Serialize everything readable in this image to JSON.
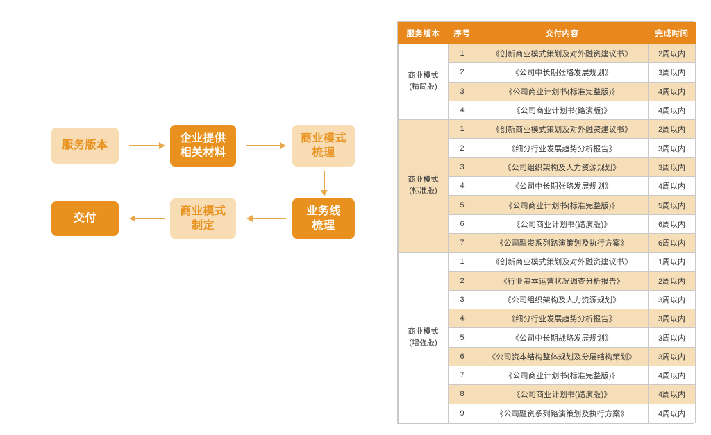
{
  "flowchart": {
    "nodes": [
      {
        "id": "service",
        "label": "服务版本",
        "style": "light"
      },
      {
        "id": "materials",
        "label": "企业提供\n相关材料",
        "style": "dark"
      },
      {
        "id": "bizmodel",
        "label": "商业模式\n梳理",
        "style": "light"
      },
      {
        "id": "bizline",
        "label": "业务线\n梳理",
        "style": "dark"
      },
      {
        "id": "formulate",
        "label": "商业模式\n制定",
        "style": "light"
      },
      {
        "id": "deliver",
        "label": "交付",
        "style": "dark"
      }
    ],
    "node_labels": {
      "service": "服务版本",
      "materials_line1": "企业提供",
      "materials_line2": "相关材料",
      "bizmodel_line1": "商业模式",
      "bizmodel_line2": "梳理",
      "bizline_line1": "业务线",
      "bizline_line2": "梳理",
      "formulate_line1": "商业模式",
      "formulate_line2": "制定",
      "deliver": "交付"
    },
    "connectors": [
      {
        "id": "c-1",
        "from": "service",
        "to": "materials",
        "direction": "right"
      },
      {
        "id": "c-2",
        "from": "materials",
        "to": "bizmodel",
        "direction": "right"
      },
      {
        "id": "c-3",
        "from": "bizmodel",
        "to": "bizline",
        "direction": "down"
      },
      {
        "id": "c-4",
        "from": "bizline",
        "to": "formulate",
        "direction": "left"
      },
      {
        "id": "c-5",
        "from": "formulate",
        "to": "deliver",
        "direction": "left"
      }
    ],
    "colors": {
      "light_bg": "#F8DCB4",
      "dark_bg": "#E8911E",
      "accent": "#E8921F",
      "arrow": "#E8A84C"
    }
  },
  "table": {
    "headers": [
      "服务版本",
      "序号",
      "交付内容",
      "完成时间"
    ],
    "header_bg": "#E8881C",
    "stripe_bg": "#F6DEB8",
    "groups": [
      {
        "version_line1": "商业模式",
        "version_line2": "(精简版)",
        "version_cell_shaded": false,
        "first_row_shaded": true,
        "rows": [
          {
            "index": "1",
            "content": "《创新商业模式策划及对外融资建议书》",
            "time": "2周以内"
          },
          {
            "index": "2",
            "content": "《公司中长期张略发展规划》",
            "time": "3周以内"
          },
          {
            "index": "3",
            "content": "《公司商业计划书(标准完整版)》",
            "time": "4周以内"
          },
          {
            "index": "4",
            "content": "《公司商业计划书(路演版)》",
            "time": "4周以内"
          }
        ]
      },
      {
        "version_line1": "商业模式",
        "version_line2": "(标准版)",
        "version_cell_shaded": true,
        "first_row_shaded": true,
        "rows": [
          {
            "index": "1",
            "content": "《创新商业模式策划及对外融资建议书》",
            "time": "2周以内"
          },
          {
            "index": "2",
            "content": "《细分行业发展趋势分析报告》",
            "time": "3周以内"
          },
          {
            "index": "3",
            "content": "《公司组织架构及人力资源规划》",
            "time": "3周以内"
          },
          {
            "index": "4",
            "content": "《公司中长期张略发展规划》",
            "time": "4周以内"
          },
          {
            "index": "5",
            "content": "《公司商业计划书(标准完整版)》",
            "time": "5周以内"
          },
          {
            "index": "6",
            "content": "《公司商业计划书(路演版)》",
            "time": "6周以内"
          },
          {
            "index": "7",
            "content": "《公司融资系列路演策划及执行方案》",
            "time": "6周以内"
          }
        ]
      },
      {
        "version_line1": "商业模式",
        "version_line2": "(增强版)",
        "version_cell_shaded": false,
        "first_row_shaded": false,
        "rows": [
          {
            "index": "1",
            "content": "《创新商业模式策划及对外融资建议书》",
            "time": "1周以内"
          },
          {
            "index": "2",
            "content": "《行业资本运营状况调查分析报告》",
            "time": "2周以内"
          },
          {
            "index": "3",
            "content": "《公司组织架构及人力资源规划》",
            "time": "3周以内"
          },
          {
            "index": "4",
            "content": "《细分行业发展趋势分析报告》",
            "time": "3周以内"
          },
          {
            "index": "5",
            "content": "《公司中长期战略发展规划》",
            "time": "3周以内"
          },
          {
            "index": "6",
            "content": "《公司资本结构整体规划及分层结构策划》",
            "time": "3周以内"
          },
          {
            "index": "7",
            "content": "《公司商业计划书(标准完整版)》",
            "time": "4周以内"
          },
          {
            "index": "8",
            "content": "《公司商业计划书(路演版)》",
            "time": "4周以内"
          },
          {
            "index": "9",
            "content": "《公司融资系列路演策划及执行方案》",
            "time": "4周以内"
          }
        ]
      }
    ]
  }
}
